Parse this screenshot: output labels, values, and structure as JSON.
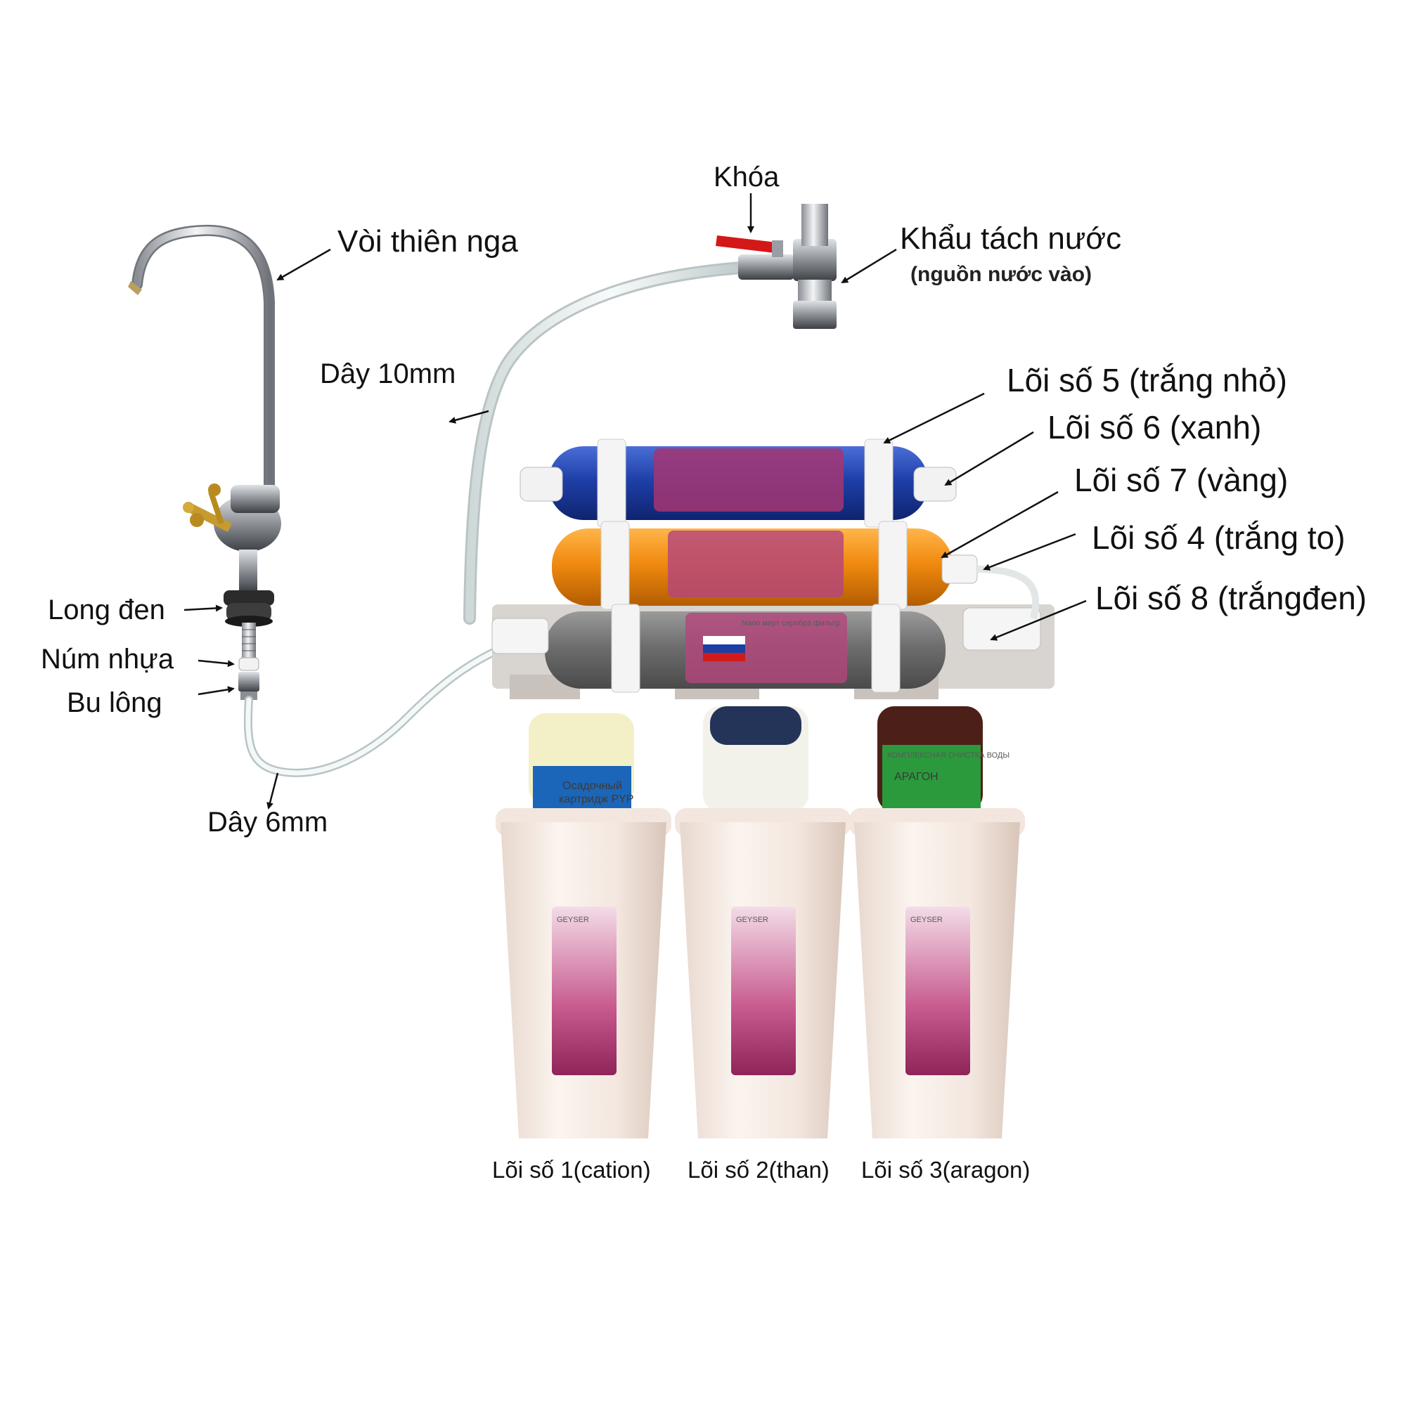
{
  "labels": {
    "khoa": "Khóa",
    "voi_thien_nga": "Vòi thiên nga",
    "khau_tach_nuoc": "Khẩu tách nước",
    "nguon_nuoc_vao": "(nguồn nước vào)",
    "day_10mm": "Dây 10mm",
    "day_6mm": "Dây 6mm",
    "long_den": "Long đen",
    "num_nhua": "Núm nhựa",
    "bu_long": "Bu lông",
    "loi_5": "Lõi số 5 (trắng nhỏ)",
    "loi_6": "Lõi số 6 (xanh)",
    "loi_7": "Lõi số 7 (vàng)",
    "loi_4": "Lõi số 4 (trắng to)",
    "loi_8": "Lõi số 8 (trắngđen)",
    "loi_1": "Lõi số 1(cation)",
    "loi_2": "Lõi số 2(than)",
    "loi_3": "Lõi số 3(aragon)"
  },
  "cartridge_text": {
    "brand": "GEYSER",
    "sediment_line1": "Осадочный",
    "sediment_line2": "картридж PYP",
    "aragon_title": "АРАГОН",
    "aragon_header": "КОМПЛЕКСНАЯ ОЧИСТКА ВОДЫ",
    "nano_text": "Nano мерт серебра фильтр"
  },
  "colors": {
    "blue_cartridge": "#1f3fa8",
    "orange_cartridge": "#f08a10",
    "grey_cartridge": "#6e6e6e",
    "housing": "#f6ece6",
    "label_pink": "#b0356e",
    "tube": "#e9efef",
    "faucet_chrome": "#b8bcc2"
  }
}
